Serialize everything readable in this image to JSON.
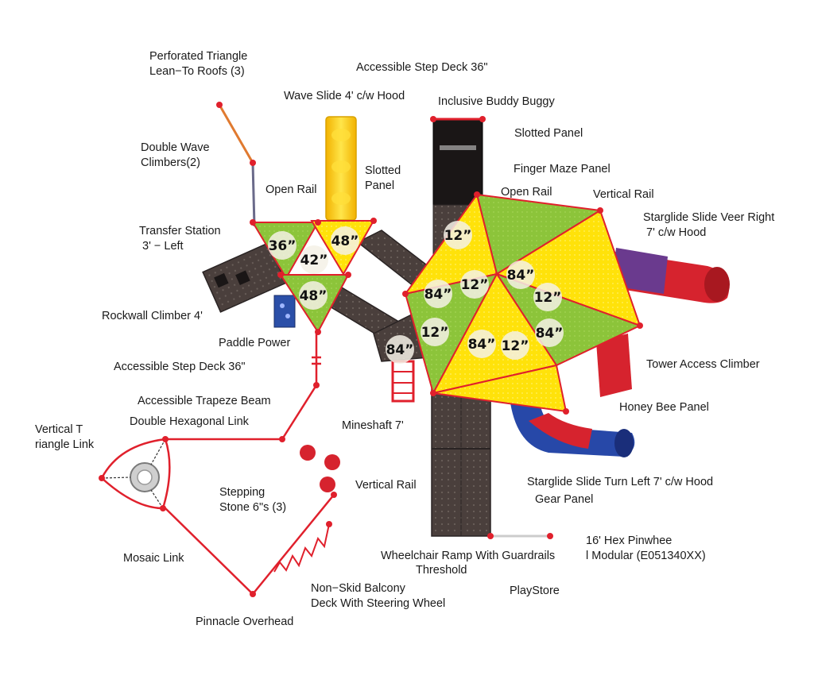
{
  "labels": {
    "perforated_triangle": "Perforated Triangle\nLean−To Roofs (3)",
    "accessible_step_deck_top": "Accessible Step Deck 36\"",
    "wave_slide": "Wave Slide 4' c/w Hood",
    "inclusive_buddy_buggy": "Inclusive Buddy Buggy",
    "slotted_panel_right": "Slotted Panel",
    "double_wave_climbers": "Double Wave\nClimbers(2)",
    "slotted_panel_left": "Slotted\nPanel",
    "finger_maze_panel": "Finger Maze Panel",
    "open_rail_left": "Open Rail",
    "open_rail_right": "Open Rail",
    "vertical_rail_top": "Vertical Rail",
    "starglide_veer_right": "Starglide Slide Veer Right\n 7' c/w Hood",
    "transfer_station": "Transfer Station\n 3' − Left",
    "rockwall_climber": "Rockwall Climber 4'",
    "paddle_power": "Paddle Power",
    "accessible_step_deck_left": "Accessible Step Deck 36\"",
    "tower_access_climber": "Tower Access Climber",
    "accessible_trapeze_beam": "Accessible Trapeze Beam",
    "double_hexagonal_link": "Double Hexagonal Link",
    "honey_bee_panel": "Honey Bee Panel",
    "vertical_triangle_link": "Vertical T\nriangle Link",
    "mineshaft": "Mineshaft 7'",
    "stepping_stone": "Stepping\nStone 6\"s (3)",
    "vertical_rail_bottom": "Vertical Rail",
    "starglide_turn_left": "Starglide Slide Turn Left 7' c/w Hood",
    "gear_panel": "Gear Panel",
    "hex_pinwheel": "16' Hex Pinwhee\nl Modular (E051340XX)",
    "mosaic_link": "Mosaic Link",
    "wheelchair_ramp": "Wheelchair Ramp With Guardrails",
    "threshold": "Threshold",
    "non_skid_balcony": "Non−Skid Balcony\nDeck With Steering Wheel",
    "playstore": "PlayStore",
    "pinnacle_overhead": "Pinnacle Overhead"
  },
  "deck_heights": {
    "tri_36": "36”",
    "tri_48_top": "48”",
    "tri_42": "42”",
    "tri_48_bottom": "48”",
    "ramp_84": "84”",
    "hex_12_top": "12”",
    "hex_84_left": "84”",
    "hex_12_center": "12”",
    "hex_84_top": "84”",
    "hex_12_right": "12”",
    "hex_12_left": "12”",
    "hex_84_bottom": "84”",
    "hex_12_bottom": "12”",
    "hex_84_right": "84”"
  },
  "colors": {
    "roof_green": "#8cc43a",
    "roof_yellow": "#ffe20a",
    "post_red": "#e0202c",
    "slide_red": "#d6232e",
    "slide_purple": "#6a3a8e",
    "slide_blue": "#2748a8",
    "deck_dark": "#4a3f3c",
    "wave_yellow": "#f7c51a",
    "badge_white": "#f4f1e6"
  }
}
